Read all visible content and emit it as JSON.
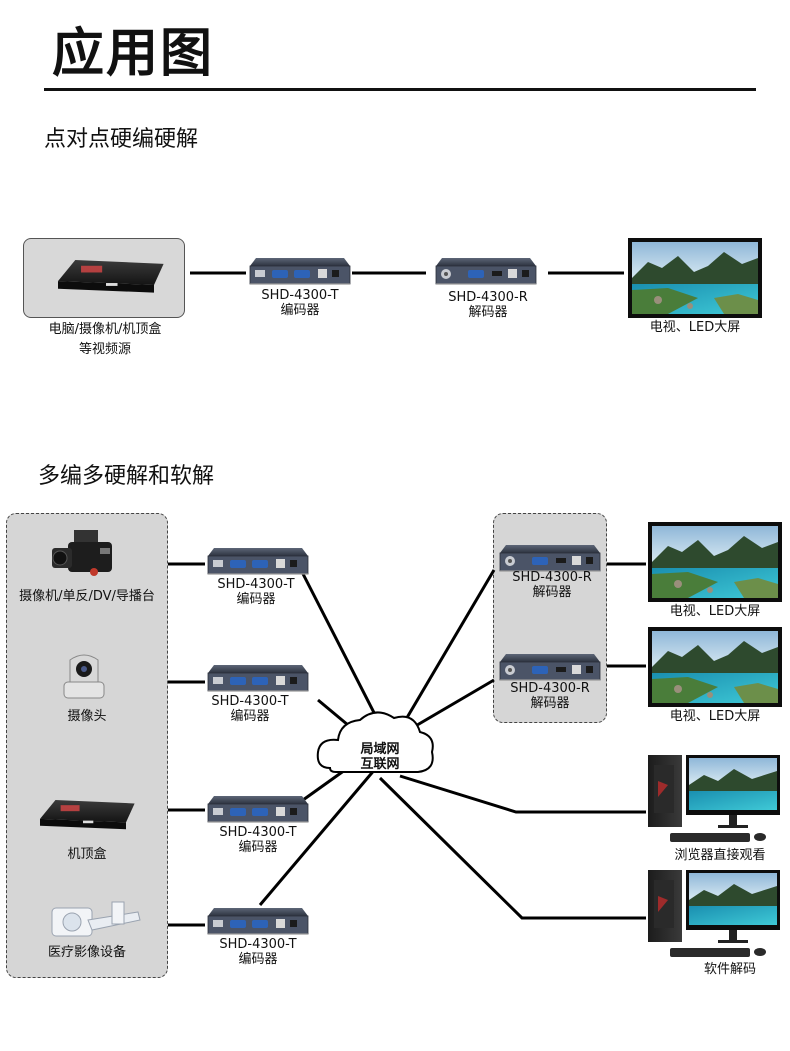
{
  "page": {
    "title": "应用图",
    "section1_title": "点对点硬编硬解",
    "section2_title": "多编多硬解和软解"
  },
  "p2p": {
    "source_label": "电脑/摄像机/机顶盒",
    "source_label2": "等视频源",
    "encoder_model": "SHD-4300-T",
    "encoder_label": "编码器",
    "decoder_model": "SHD-4300-R",
    "decoder_label": "解码器",
    "display_label": "电视、LED大屏"
  },
  "multi": {
    "sources": [
      {
        "label": "摄像机/单反/DV/导播台",
        "icon": "camcorder-icon"
      },
      {
        "label": "摄像头",
        "icon": "ptz-camera-icon"
      },
      {
        "label": "机顶盒",
        "icon": "set-top-box-icon"
      },
      {
        "label": "医疗影像设备",
        "icon": "medical-scanner-icon"
      }
    ],
    "encoders": [
      {
        "model": "SHD-4300-T",
        "label": "编码器"
      },
      {
        "model": "SHD-4300-T",
        "label": "编码器"
      },
      {
        "model": "SHD-4300-T",
        "label": "编码器"
      },
      {
        "model": "SHD-4300-T",
        "label": "编码器"
      }
    ],
    "network": {
      "line1": "局域网",
      "line2": "互联网"
    },
    "decoders": [
      {
        "model": "SHD-4300-R",
        "label": "解码器"
      },
      {
        "model": "SHD-4300-R",
        "label": "解码器"
      }
    ],
    "displays": [
      {
        "label": "电视、LED大屏"
      },
      {
        "label": "电视、LED大屏"
      }
    ],
    "pcs": [
      {
        "label": "浏览器直接观看"
      },
      {
        "label": "软件解码"
      }
    ]
  },
  "colors": {
    "device_body": "#3a4150",
    "device_front": "#5a6478",
    "line": "#000000",
    "group_bg": "#d6d6d6"
  }
}
